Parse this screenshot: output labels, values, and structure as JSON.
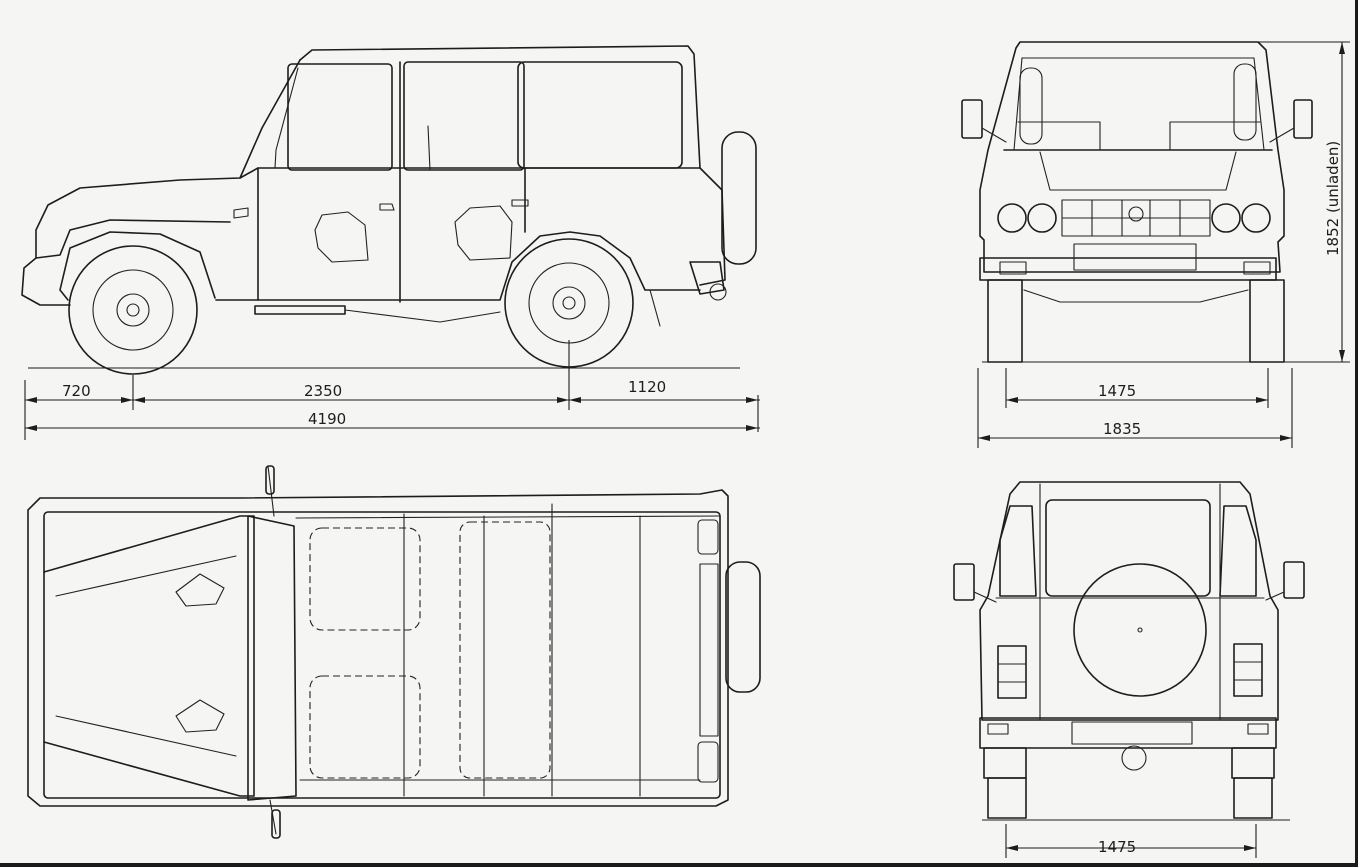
{
  "side_view": {
    "dim_front_overhang": "720",
    "dim_wheelbase": "2350",
    "dim_rear_overhang": "1120",
    "dim_length": "4190"
  },
  "front_view": {
    "dim_track": "1475",
    "dim_width": "1835",
    "dim_height": "1852 (unladen)"
  },
  "rear_view": {
    "dim_track": "1475"
  },
  "colors": {
    "paper": "#f5f5f3",
    "ink": "#1d1d1d"
  }
}
